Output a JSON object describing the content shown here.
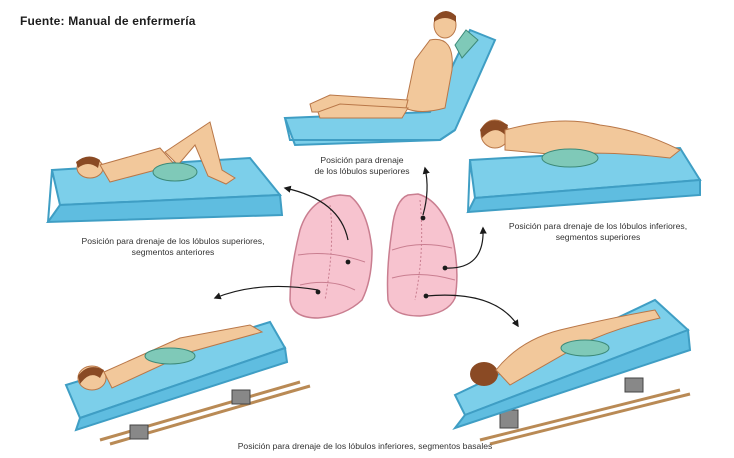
{
  "source": "Fuente: Manual de enfermería",
  "captions": {
    "top": [
      "Posición para drenaje",
      "de los lóbulos superiores"
    ],
    "left": [
      "Posición para drenaje de los  lóbulos superiores,",
      "segmentos anteriores"
    ],
    "right": [
      "Posición para drenaje de los lóbulos inferiores,",
      "segmentos superiores"
    ],
    "bottom": "Posición para drenaje de los lóbulos inferiores, segmentos basales"
  },
  "colors": {
    "mattress": "#7ccfea",
    "mattress_dark": "#3f9ec4",
    "skin": "#f2c89b",
    "skin_shadow": "#d99a6a",
    "hair": "#8a4a24",
    "lung": "#f7c3cf",
    "lung_line": "#c97e90",
    "pillow": "#7fc9b8",
    "wood": "#b98a55"
  }
}
